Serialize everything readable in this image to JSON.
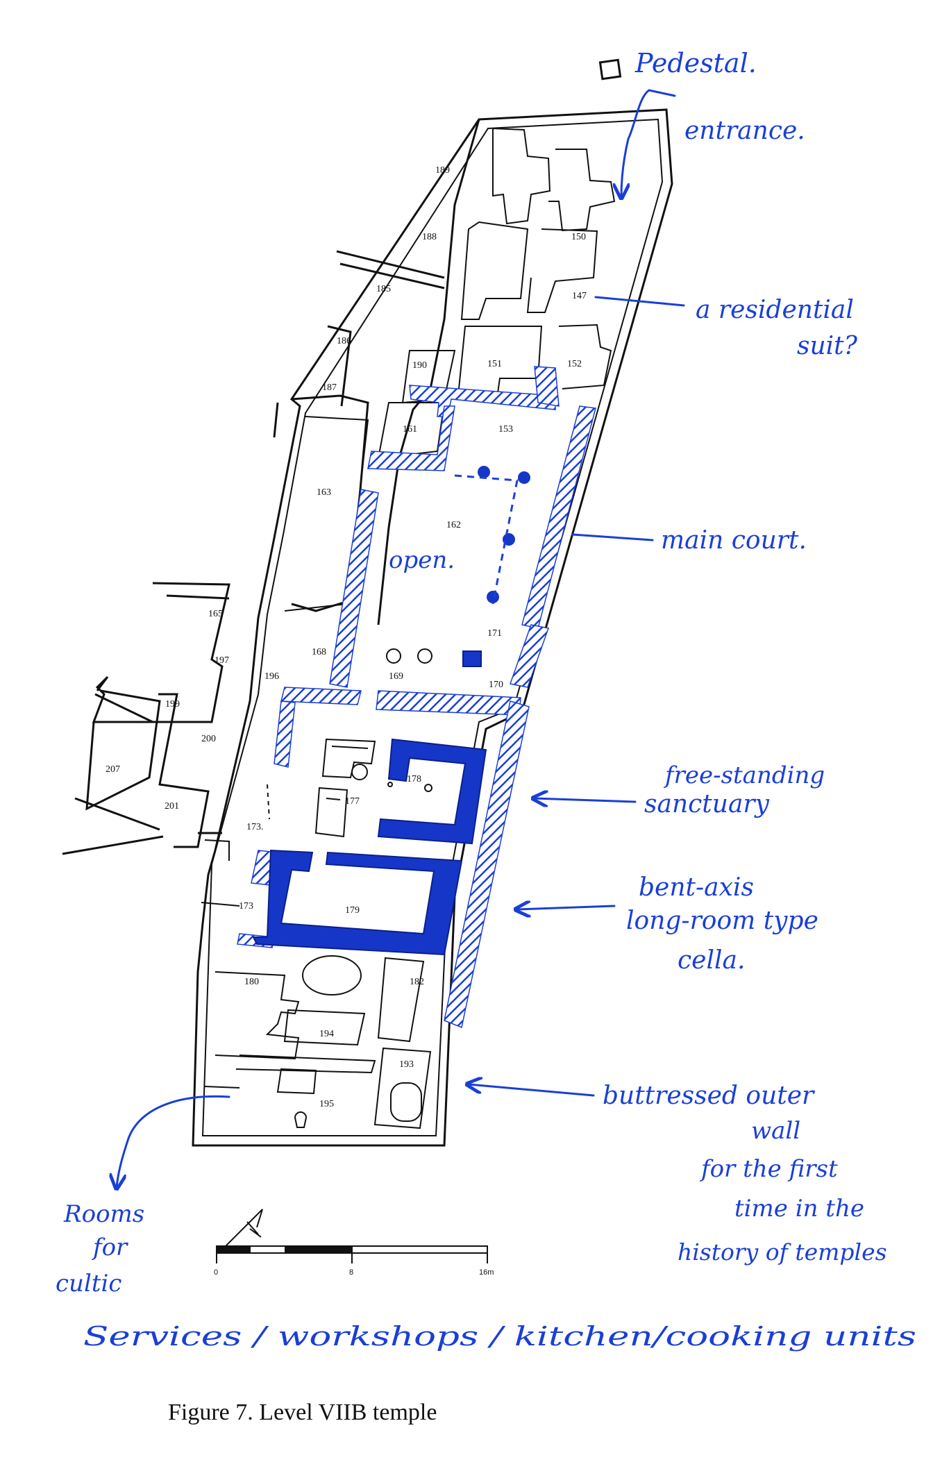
{
  "caption": "Figure 7. Level VIIB temple",
  "rooms": [
    "189",
    "188",
    "185",
    "186",
    "187",
    "150",
    "147",
    "190",
    "151",
    "152",
    "161",
    "153",
    "163",
    "162",
    "165",
    "197",
    "196",
    "168",
    "169",
    "171",
    "170",
    "199",
    "200",
    "207",
    "201",
    "178",
    "177",
    "173.",
    "173",
    "179",
    "180",
    "182",
    "194",
    "193",
    "195"
  ],
  "annotations": {
    "pedestal": "Pedestal.",
    "entrance": "entrance.",
    "residential_1": "a residential",
    "residential_2": "suit?",
    "open": "open.",
    "main_court": "main court.",
    "free_standing_1": "free-standing",
    "free_standing_2": "sanctuary",
    "bent_axis_1": "bent-axis",
    "bent_axis_2": "long-room type",
    "bent_axis_3": "cella.",
    "buttressed_1": "buttressed outer",
    "buttressed_2": "wall",
    "buttressed_3": "for the first",
    "buttressed_4": "time in the",
    "buttressed_5": "history of temples",
    "rooms_for_1": "Rooms",
    "rooms_for_2": "for",
    "rooms_for_3": "cultic",
    "services": "Services / workshops / kitchen/cooking units"
  },
  "scale_bar": {
    "tick_0": "0",
    "tick_8": "8",
    "tick_16": "16m"
  },
  "colors": {
    "ink": "#1a3fd6",
    "plan": "#111111",
    "highlight": "#1636c8"
  }
}
